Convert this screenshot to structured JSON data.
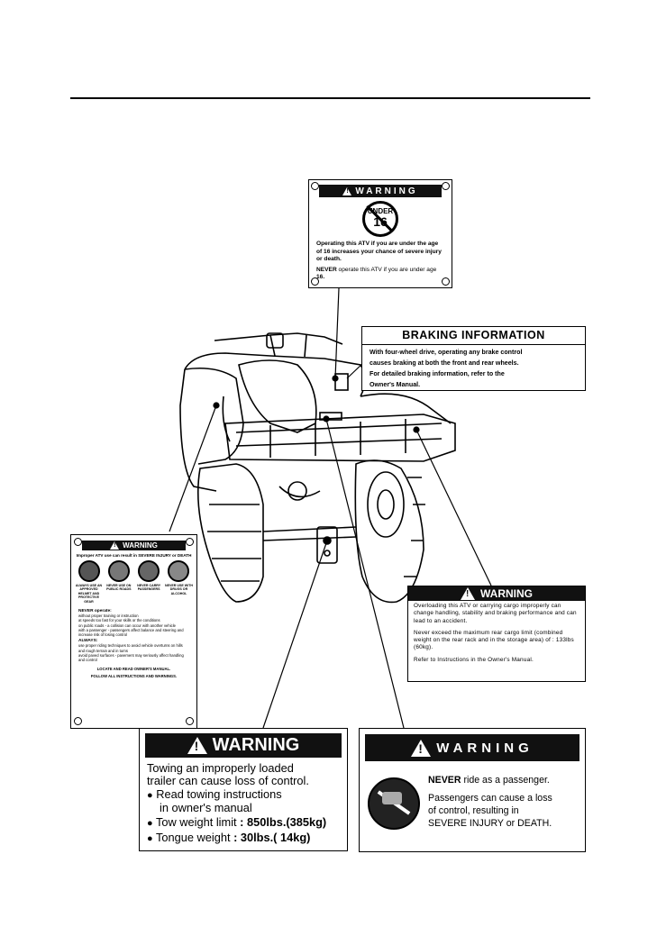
{
  "label_under16": {
    "header": "WARNING",
    "badge_top": "UNDER",
    "badge_num": "16",
    "line1": "Operating this ATV if you are under the age of 16 increases your chance of severe injury or death.",
    "never": "NEVER",
    "line2": " operate this ATV if you are under age ",
    "age": "16."
  },
  "label_braking": {
    "title": "BRAKING INFORMATION",
    "lines": [
      "With four-wheel drive, operating any brake control",
      "causes braking at both the front and rear wheels.",
      "For detailed braking information, refer to the",
      "Owner's Manual."
    ]
  },
  "label_general": {
    "header": "WARNING",
    "intro": "Improper ATV use can result in SEVERE INJURY or DEATH",
    "icons": [
      "ALWAYS USE AN APPROVED HELMET AND PROTECTIVE GEAR",
      "NEVER USE ON PUBLIC ROADS",
      "NEVER CARRY PASSENGERS",
      "NEVER USE WITH DRUGS OR ALCOHOL"
    ],
    "never_head": "NEVER operate:",
    "never_items": [
      "without proper training or instruction",
      "at speeds too fast for your skills or the conditions",
      "on public roads - a collision can occur with another vehicle",
      "with a passenger - passengers affect balance and steering and increase risk of losing control"
    ],
    "always_head": "ALWAYS:",
    "always_items": [
      "use proper riding techniques to avoid vehicle overturns on hills and rough terrain and in turns",
      "avoid paved surfaces - pavement may seriously affect handling and control"
    ],
    "footer1": "LOCATE AND READ OWNER'S MANUAL.",
    "footer2": "FOLLOW ALL INSTRUCTIONS AND WARNINGS."
  },
  "label_cargo": {
    "header": "WARNING",
    "para1": "Overloading this ATV or carrying cargo improperly can change handling, stability and braking performance and can lead to an accident.",
    "para2": "Never exceed the maximum rear cargo limit (combined weight on the rear rack and in the storage area) of : 133lbs (60kg).",
    "para3": "Refer to Instructions in the Owner's Manual."
  },
  "label_towing": {
    "header": "WARNING",
    "line1": "Towing an improperly loaded",
    "line2": "trailer can cause loss of control.",
    "bullet1a": "Read towing instructions",
    "bullet1b": "in owner's manual",
    "bullet2_label": "Tow weight limit",
    "bullet2_value": ": 850lbs.(385kg)",
    "bullet3_label": "Tongue weight",
    "bullet3_value": ": 30lbs.( 14kg)"
  },
  "label_passenger": {
    "header": "WARNING",
    "never": "NEVER",
    "line1": " ride as a passenger.",
    "line2": "Passengers can cause a loss",
    "line3": "of control, resulting in",
    "line4": "SEVERE INJURY or DEATH."
  }
}
